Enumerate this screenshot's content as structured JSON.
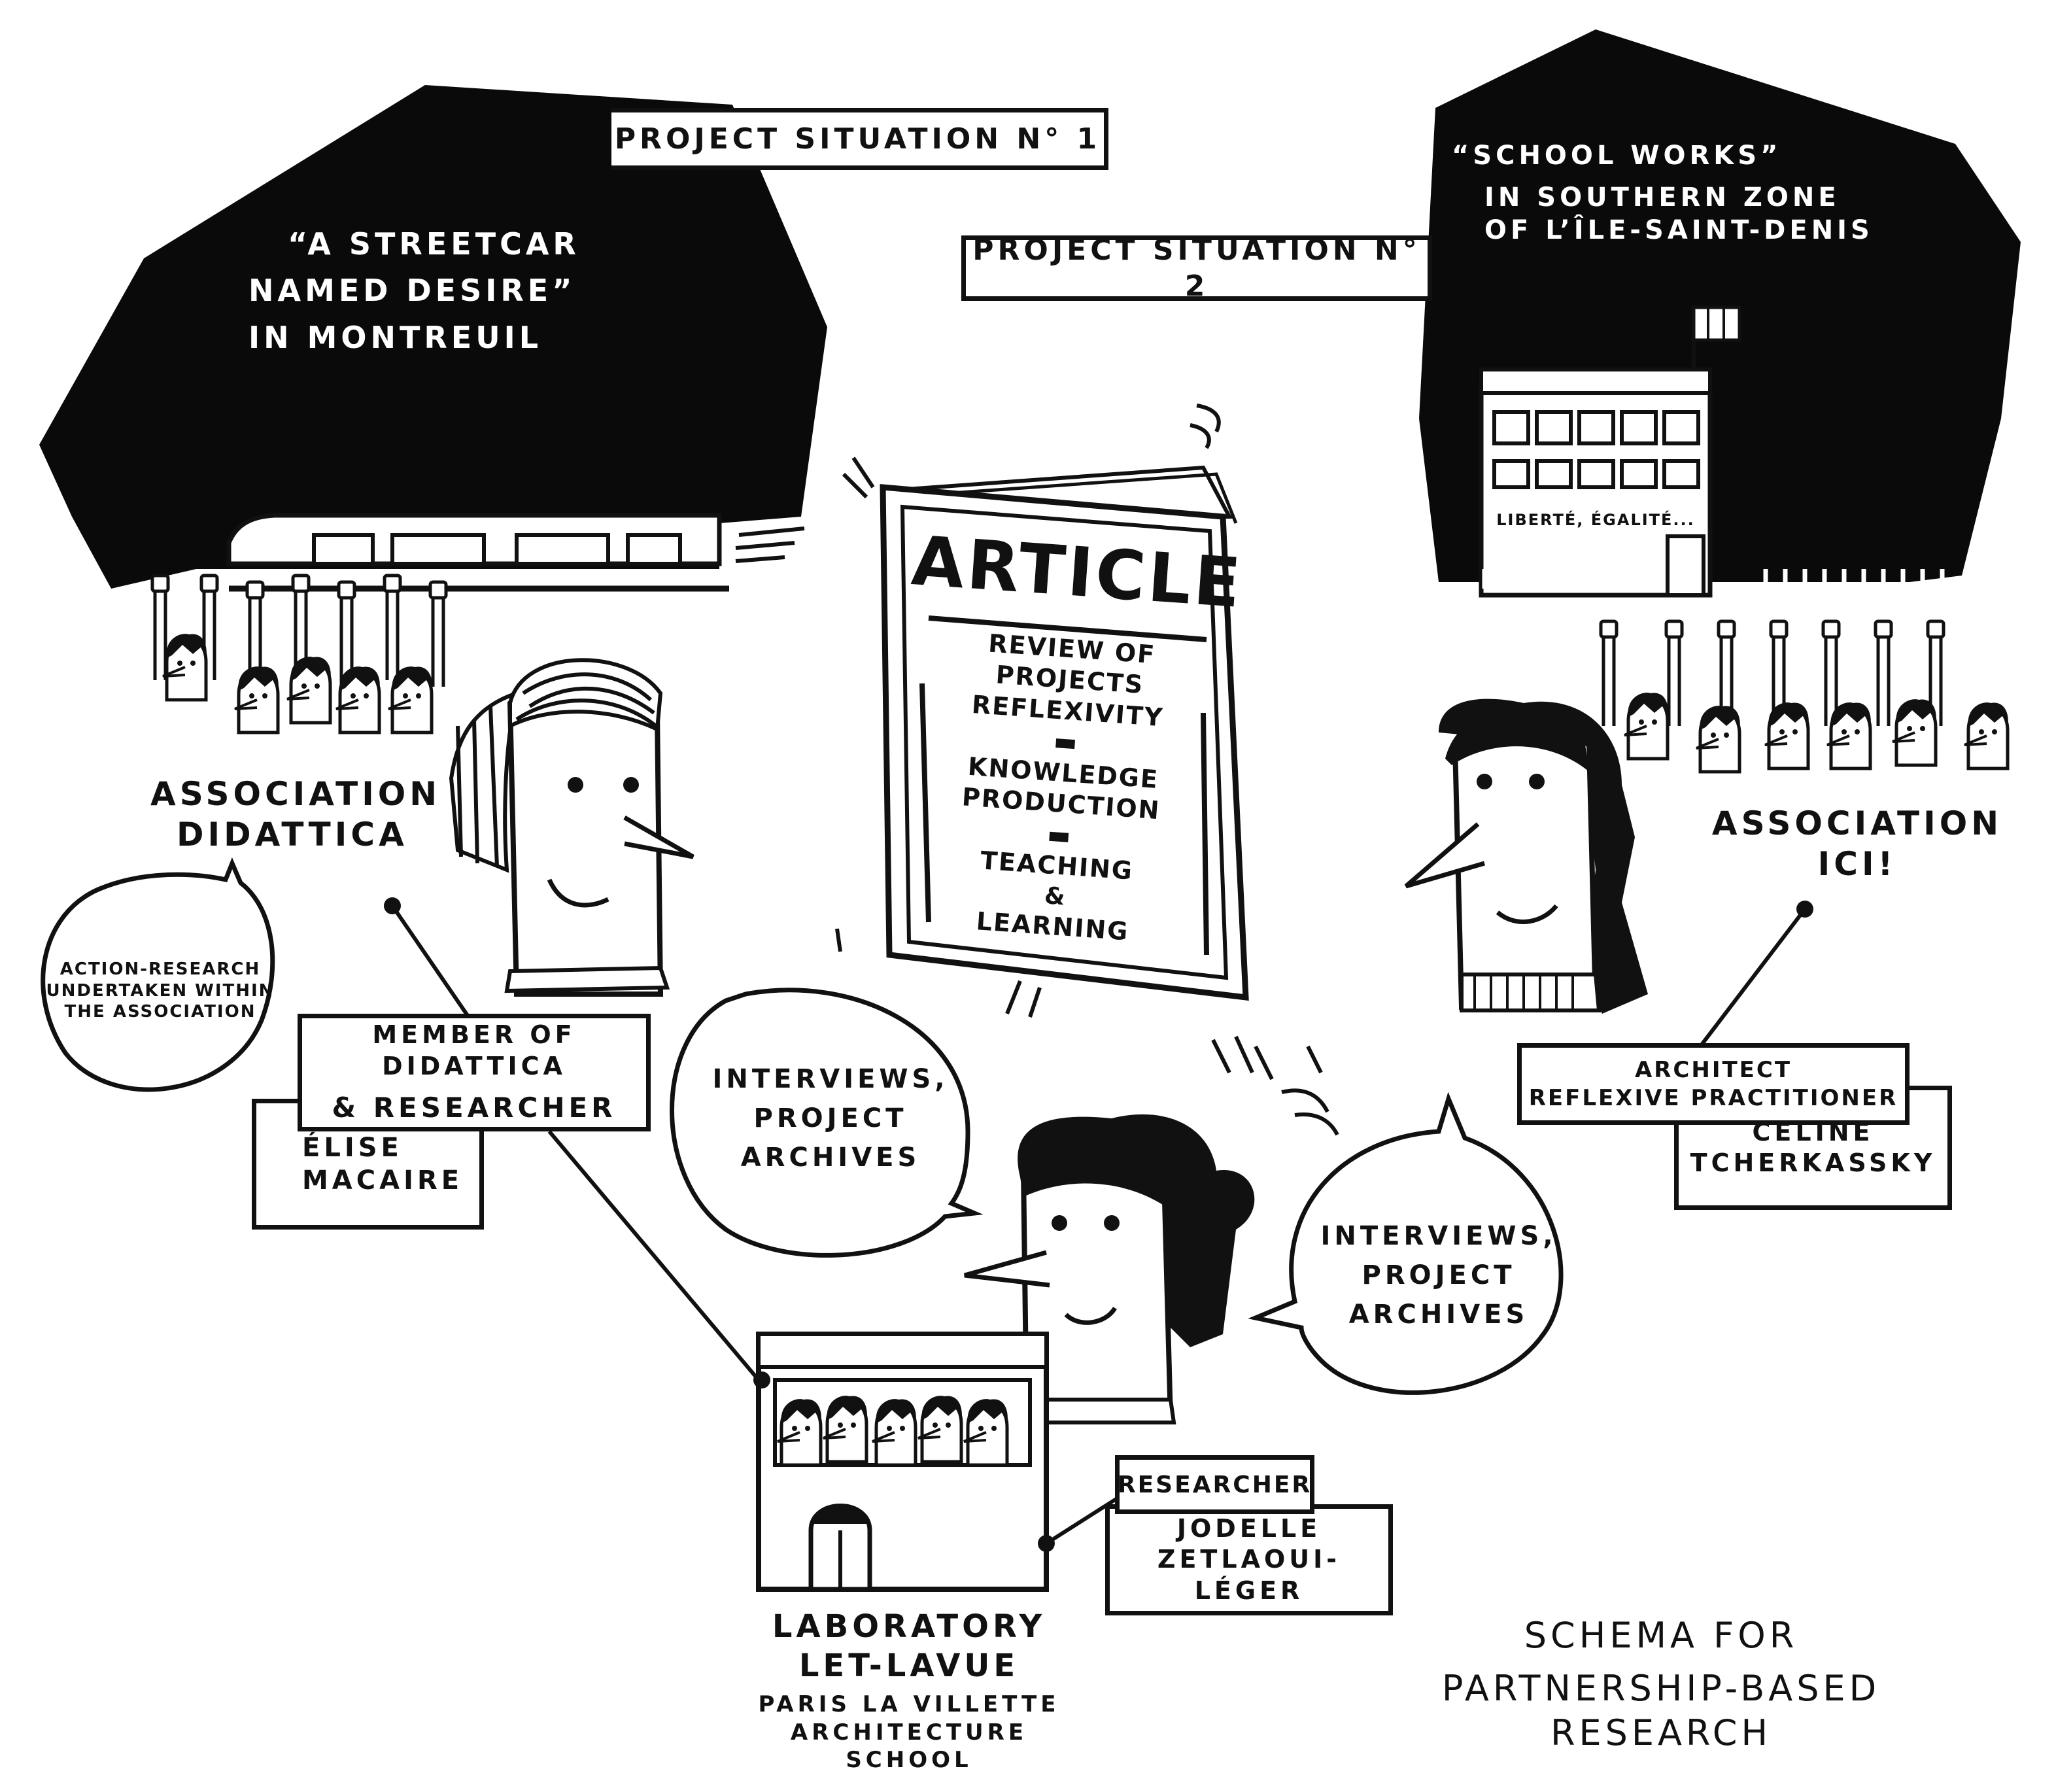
{
  "situation1": {
    "tag": "PROJECT SITUATION N° 1",
    "line1": "“A STREETCAR",
    "line2": "NAMED DESIRE”",
    "line3": "IN MONTREUIL"
  },
  "situation2": {
    "tag": "PROJECT SITUATION N° 2",
    "line1": "“SCHOOL WORKS”",
    "line2": "IN SOUTHERN ZONE",
    "line3": "OF L’ÎLE-SAINT-DENIS",
    "motto": "LIBERTÉ, ÉGALITÉ..."
  },
  "article": {
    "title": "ARTICLE",
    "line1": "REVIEW OF PROJECTS",
    "line2": "REFLEXIVITY",
    "line3": "KNOWLEDGE",
    "line4": "PRODUCTION",
    "line5": "TEACHING",
    "line6": "&",
    "line7": "LEARNING"
  },
  "didattica": {
    "association1": "ASSOCIATION",
    "association2": "DIDATTICA",
    "bubble1": "ACTION-RESEARCH",
    "bubble2": "UNDERTAKEN WITHIN",
    "bubble3": "THE ASSOCIATION",
    "role1": "MEMBER OF DIDATTICA",
    "role2": "& RESEARCHER",
    "name1": "ÉLISE",
    "name2": "MACAIRE"
  },
  "ici": {
    "association1": "ASSOCIATION",
    "association2": "ICI!",
    "role1": "ARCHITECT",
    "role2": "REFLEXIVE PRACTITIONER",
    "name1": "CÉLINE",
    "name2": "TCHERKASSKY"
  },
  "interviews": {
    "line1": "INTERVIEWS,",
    "line2": "PROJECT",
    "line3": "ARCHIVES"
  },
  "lab": {
    "line1": "LABORATORY",
    "line2": "LET-LAVUE",
    "line3": "PARIS LA VILLETTE",
    "line4": "ARCHITECTURE",
    "line5": "SCHOOL",
    "role": "RESEARCHER",
    "name1": "JODELLE",
    "name2": "ZETLAOUI-LÉGER"
  },
  "caption": {
    "line1": "SCHEMA FOR",
    "line2": "PARTNERSHIP-BASED RESEARCH"
  }
}
